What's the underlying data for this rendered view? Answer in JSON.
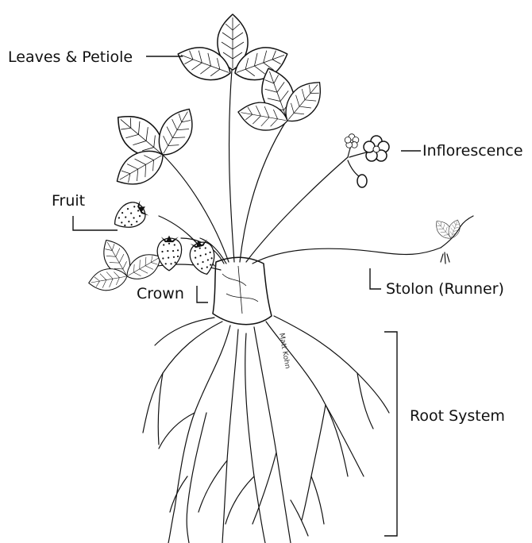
{
  "labels": {
    "leaves": "Leaves & Petiole",
    "inflorescence": "Inflorescence",
    "fruit": "Fruit",
    "stolon": "Stolon (Runner)",
    "crown": "Crown",
    "root": "Root System"
  },
  "signature": "Matt Kohn",
  "icons": [
    "leaf-icon",
    "strawberry-icon",
    "flower-icon",
    "root-icon"
  ]
}
